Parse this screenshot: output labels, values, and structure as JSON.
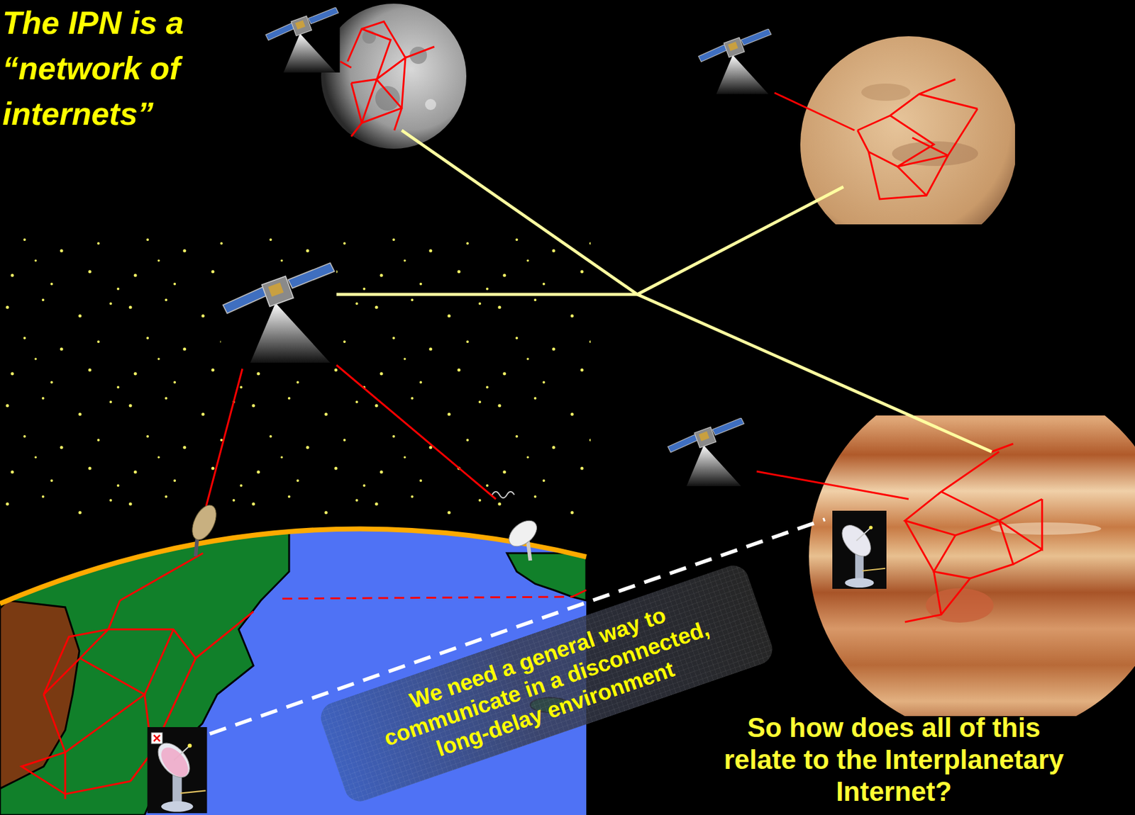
{
  "diagram": {
    "title": "The IPN is a “network of internets”",
    "nodes": [
      {
        "text": [
          "We need a general way to communicate in a disconnected, long-delay environment"
        ]
      }
    ],
    "labels": [
      "So how does all of this relate to the Interplanetary Internet?"
    ]
  }
}
